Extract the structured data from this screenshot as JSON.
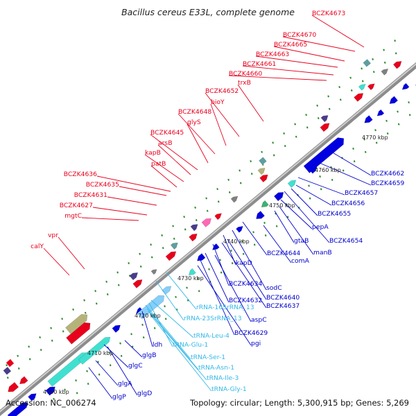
{
  "title": "Bacillus cereus E33L, complete genome",
  "footer": {
    "accession": "Accession: NC_006274",
    "summary": "Topology: circular; Length: 5,300,915 bp; Genes: 5,269"
  },
  "colors": {
    "red_label": "#e8001c",
    "blue_label": "#0000cc",
    "cyan_label": "#33b8e8",
    "backbone": "#999999",
    "tick": "#2e8b2e"
  },
  "kbp_ticks": [
    "4700 kbp",
    "4710 kbp",
    "4720 kbp",
    "4730 kbp",
    "4740 kbp",
    "4750 kbp",
    "4760 kbp",
    "4770 kbp"
  ],
  "red_labels": [
    "BCZK4673",
    "BCZK4670",
    "BCZK4665",
    "BCZK4663",
    "BCZK4661",
    "BCZK4660",
    "trxB",
    "BCZK4652",
    "bioY",
    "BCZK4648",
    "glyS",
    "BCZK4645",
    "arsB",
    "kapB",
    "patB",
    "BCZK4636",
    "BCZK4635",
    "BCZK4631",
    "BCZK4627",
    "mgtC",
    "vpr",
    "calY"
  ],
  "blue_labels": [
    "BCZK4662",
    "BCZK4659",
    "BCZK4657",
    "BCZK4656",
    "BCZK4655",
    "BCZK4654",
    "pepA",
    "manB",
    "gtaB",
    "comA",
    "BCZK4644",
    "kapD",
    "BCZK4634",
    "sodC",
    "BCZK4640",
    "BCZK4637",
    "BCZK4632",
    "aspC",
    "BCZK4629",
    "pgi",
    "ldh",
    "glgB",
    "glgC",
    "glgA",
    "glgD",
    "glgP"
  ],
  "cyan_labels": [
    "rRNA-16SrRNA_13",
    "rRNA-23SrRNA_13",
    "tRNA-Leu-4",
    "tRNA-Glu-1",
    "tRNA-Ser-1",
    "tRNA-Asn-1",
    "tRNA-Ile-3",
    "tRNA-Gly-1"
  ]
}
